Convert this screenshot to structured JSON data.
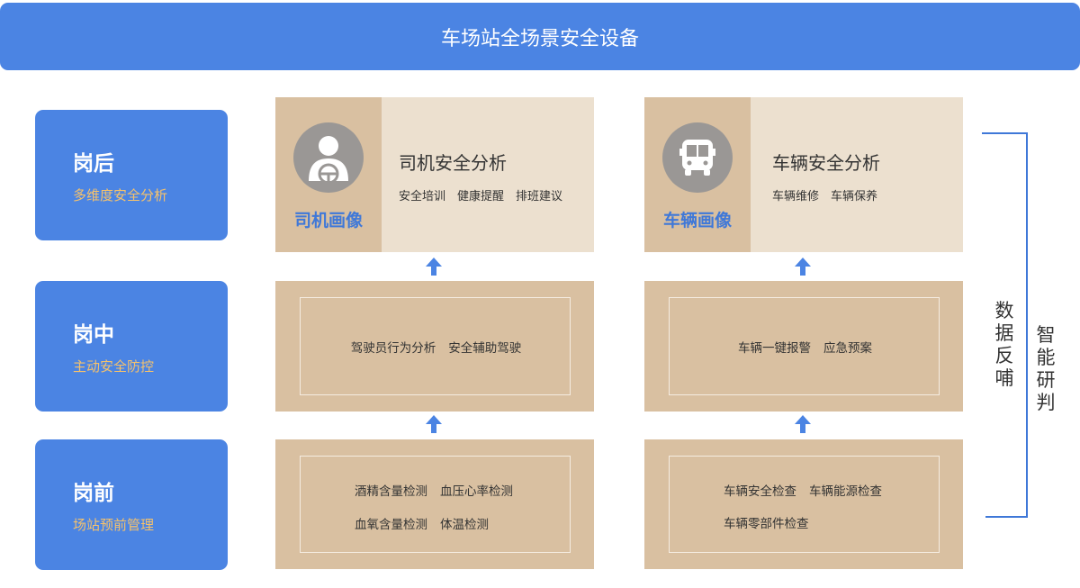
{
  "title": "车场站全场景安全设备",
  "stages": [
    {
      "title": "岗后",
      "subtitle": "多维度安全分析"
    },
    {
      "title": "岗中",
      "subtitle": "主动安全防控"
    },
    {
      "title": "岗前",
      "subtitle": "场站预前管理"
    }
  ],
  "driver": {
    "portrait_label": "司机画像",
    "analysis_title": "司机安全分析",
    "analysis_tags": [
      "安全培训",
      "健康提醒",
      "排班建议"
    ],
    "during_items": [
      "驾驶员行为分析",
      "安全辅助驾驶"
    ],
    "pre_items_row1": [
      "酒精含量检测",
      "血压心率检测"
    ],
    "pre_items_row2": [
      "血氧含量检测",
      "体温检测"
    ]
  },
  "vehicle": {
    "portrait_label": "车辆画像",
    "analysis_title": "车辆安全分析",
    "analysis_tags": [
      "车辆维修",
      "车辆保养"
    ],
    "during_items": [
      "车辆一键报警",
      "应急预案"
    ],
    "pre_items_row1": [
      "车辆安全检查",
      "车辆能源检查"
    ],
    "pre_items_row2": [
      "车辆零部件检查"
    ]
  },
  "side": {
    "feedback": "数据反哺",
    "judgement": "智能研判"
  },
  "colors": {
    "primary_blue": "#4b84e3",
    "accent_orange": "#f6c26b",
    "tan": "#d9c0a1",
    "cream": "#ece0cf"
  },
  "icons": {
    "driver": "driver-person-icon",
    "vehicle": "bus-icon",
    "arrow": "arrow-up-icon"
  }
}
